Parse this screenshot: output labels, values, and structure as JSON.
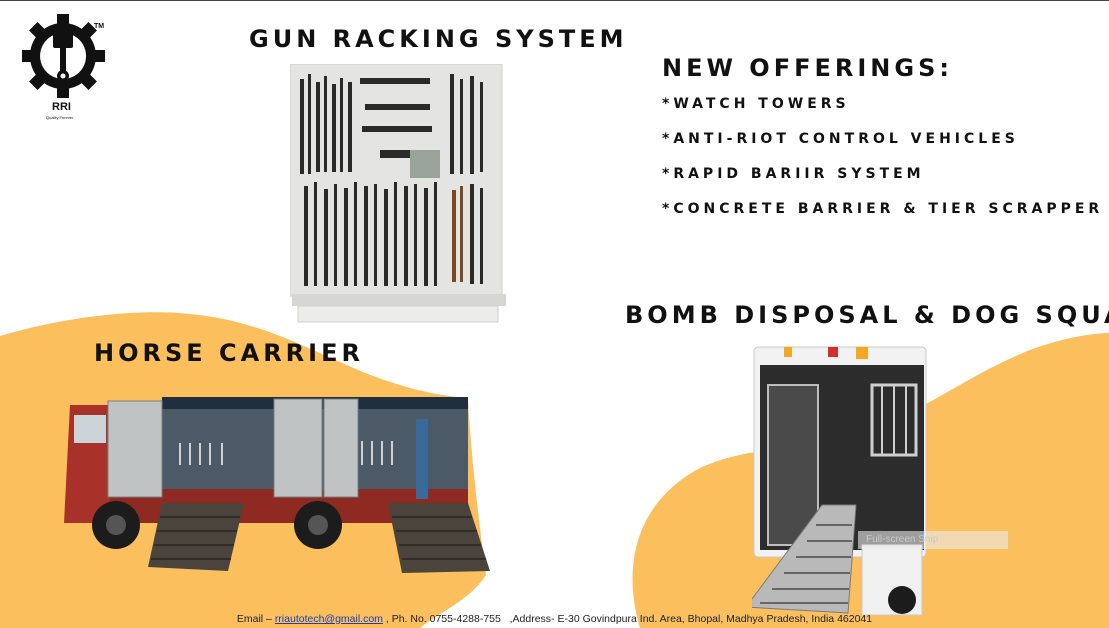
{
  "colors": {
    "accent": "#fbbf5e",
    "text": "#111111",
    "link": "#1a3fb8"
  },
  "logo": {
    "icon": "gear-piston-logo-icon",
    "name": "RRI",
    "trademark": "TM",
    "tagline": "Quality Forever"
  },
  "sections": {
    "gun_racking": {
      "title": "GUN RACKING SYSTEM",
      "image": "gun-rack-photo"
    },
    "new_offerings": {
      "title": "NEW OFFERINGS:",
      "items": [
        "*WATCH TOWERS",
        "*ANTI-RIOT CONTROL VEHICLES",
        "*RAPID BARIIR SYSTEM",
        "*CONCRETE BARRIER & TIER SCRAPPER"
      ]
    },
    "horse_carrier": {
      "title": "HORSE CARRIER",
      "image": "horse-carrier-photo"
    },
    "bomb_disposal": {
      "title": "BOMB DISPOSAL & DOG SQUAD",
      "image": "bomb-disposal-van-photo"
    }
  },
  "footer": {
    "email_label": "Email –",
    "email": "rriautotech@gmail.com",
    "phone": ", Ph. No. 0755-4288-755",
    "address": ",Address- E-30 Govindpura Ind. Area, Bhopal, Madhya Pradesh, India 462041"
  },
  "overlay": {
    "snip_label": "Full-screen Snip"
  }
}
